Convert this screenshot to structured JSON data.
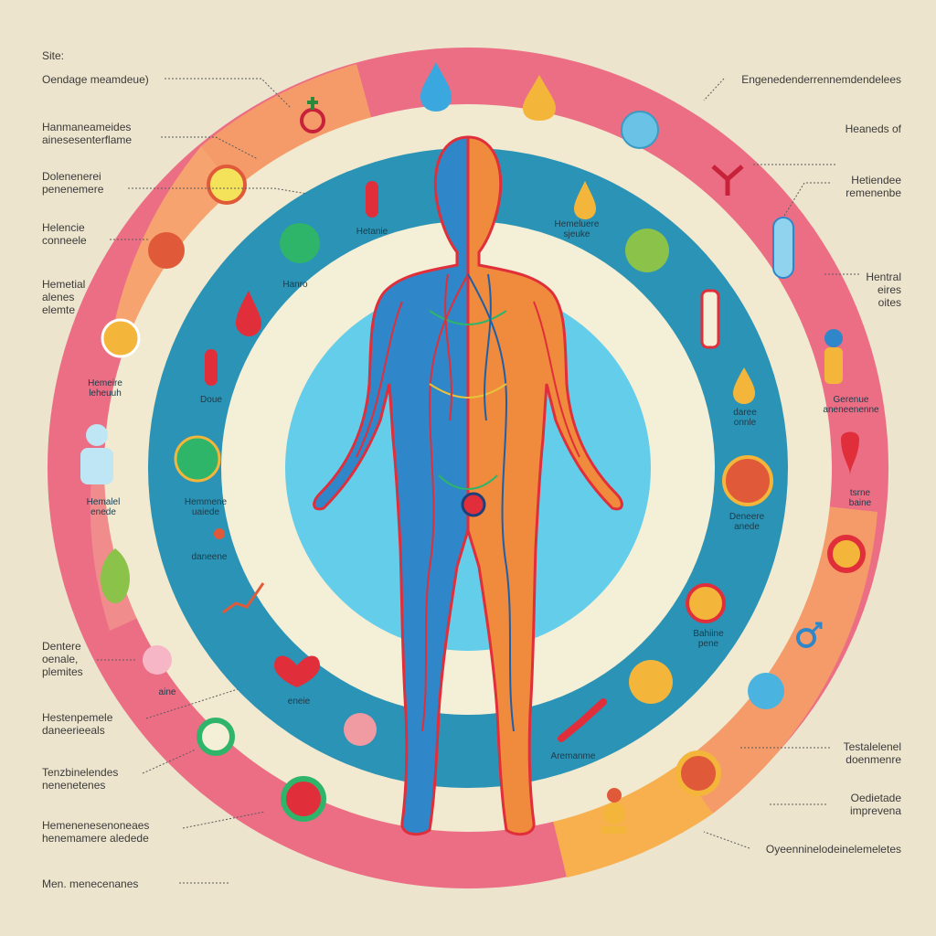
{
  "colors": {
    "background": "#ece4cc",
    "outer_ring_orange": "#f59b6a",
    "outer_ring_pink": "#ec6e85",
    "cream_band": "#f1ead0",
    "teal_ring": "#2b93b5",
    "inner_cream": "#f4efd7",
    "center_blue": "#63cdea",
    "body_blue": "#2f86c8",
    "body_orange": "#f08a3c",
    "vessel_red": "#e02f3a"
  },
  "labels_left": [
    {
      "id": "site",
      "text": "Site:"
    },
    {
      "id": "l1",
      "text": "Oendage meamdeue)"
    },
    {
      "id": "l2",
      "text": "Hanmaneameides\nainesesenterflame"
    },
    {
      "id": "l3",
      "text": "Dolenenerei\npenenemere"
    },
    {
      "id": "l4",
      "text": "Helencie\nconneele"
    },
    {
      "id": "l5",
      "text": "Hemetial\nalenes\nelemte"
    },
    {
      "id": "l6",
      "text": "Dentere\noenale,\nplemites"
    },
    {
      "id": "l7",
      "text": "Hestenpemele\ndaneerieeals"
    },
    {
      "id": "l8",
      "text": "Tenzbinelendes\nnenenetenes"
    },
    {
      "id": "l9",
      "text": "Hemenenesenoneaes\nhenemamere aledede"
    },
    {
      "id": "l10",
      "text": "Men. menecenanes"
    }
  ],
  "labels_right": [
    {
      "id": "r1",
      "text": "Engenedenderrennemdendelees"
    },
    {
      "id": "r2",
      "text": "Heaneds of"
    },
    {
      "id": "r3",
      "text": "Hetiendee\nremenenbe"
    },
    {
      "id": "r4",
      "text": "Hentral\neires\noites"
    },
    {
      "id": "r5",
      "text": "Testalelenel\ndoenmenre"
    },
    {
      "id": "r6",
      "text": "Oedietade\nimprevena"
    },
    {
      "id": "r7",
      "text": "Oyeenninelodeinelemeletes"
    }
  ],
  "icon_labels": [
    {
      "id": "i1",
      "text": "Hetanie"
    },
    {
      "id": "i2",
      "text": "Hanro"
    },
    {
      "id": "i3",
      "text": "Hemeluere\nsjeuke"
    },
    {
      "id": "i4",
      "text": "Hemeire\nleheuuh"
    },
    {
      "id": "i5",
      "text": "Doue"
    },
    {
      "id": "i6",
      "text": "Hemmene\nuaiede"
    },
    {
      "id": "i7",
      "text": "daneene"
    },
    {
      "id": "i8",
      "text": "daree\nonnle"
    },
    {
      "id": "i9",
      "text": "Gerenue\naneneenenne"
    },
    {
      "id": "i10",
      "text": "Hemalel\nenede"
    },
    {
      "id": "i11",
      "text": "tsrne\nbaine"
    },
    {
      "id": "i12",
      "text": "Deneere\nanede"
    },
    {
      "id": "i13",
      "text": "Bahiine\npene"
    },
    {
      "id": "i14",
      "text": "eneie"
    },
    {
      "id": "i15",
      "text": "aine"
    },
    {
      "id": "i16",
      "text": "Aremanme"
    }
  ],
  "icons": [
    "male-symbol-icon",
    "water-drop-icon",
    "water-drop-icon",
    "blue-pill-icon",
    "uterus-icon",
    "blue-capsule-icon",
    "test-tube-icon",
    "person-silhouette-icon",
    "uterus-icon",
    "blood-drop-icon",
    "heart-icon",
    "chart-trend-icon",
    "male-symbol-icon",
    "thyroid-icon",
    "ovary-icon"
  ]
}
